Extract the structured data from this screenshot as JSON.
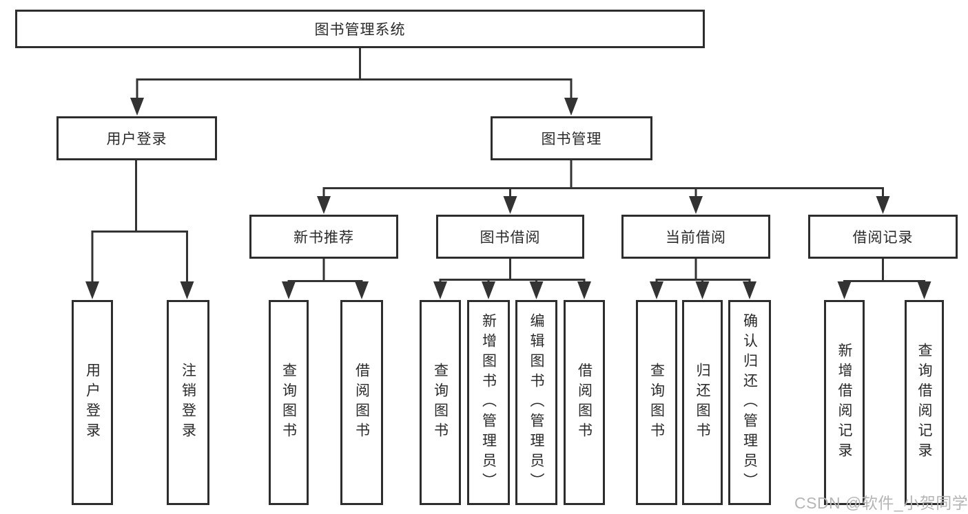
{
  "diagram": {
    "root": {
      "label": "图书管理系统"
    },
    "level2": [
      {
        "id": "user-login",
        "label": "用户登录"
      },
      {
        "id": "book-management",
        "label": "图书管理"
      }
    ],
    "level3": [
      {
        "id": "new-book-recommend",
        "label": "新书推荐",
        "parent": "book-management"
      },
      {
        "id": "book-borrow",
        "label": "图书借阅",
        "parent": "book-management"
      },
      {
        "id": "current-borrow",
        "label": "当前借阅",
        "parent": "book-management"
      },
      {
        "id": "borrow-records",
        "label": "借阅记录",
        "parent": "book-management"
      }
    ],
    "leaves": [
      {
        "parent": "user-login",
        "label": "用户登录"
      },
      {
        "parent": "user-login",
        "label": "注销登录"
      },
      {
        "parent": "new-book-recommend",
        "label": "查询图书"
      },
      {
        "parent": "new-book-recommend",
        "label": "借阅图书"
      },
      {
        "parent": "book-borrow",
        "label": "查询图书"
      },
      {
        "parent": "book-borrow",
        "label": "新增图书（管理员）"
      },
      {
        "parent": "book-borrow",
        "label": "编辑图书（管理员）"
      },
      {
        "parent": "book-borrow",
        "label": "借阅图书"
      },
      {
        "parent": "current-borrow",
        "label": "查询图书"
      },
      {
        "parent": "current-borrow",
        "label": "归还图书"
      },
      {
        "parent": "current-borrow",
        "label": "确认归还（管理员）"
      },
      {
        "parent": "borrow-records",
        "label": "新增借阅记录"
      },
      {
        "parent": "borrow-records",
        "label": "查询借阅记录"
      }
    ],
    "watermark": "CSDN @软件_小贺同学",
    "colors": {
      "line": "#333333",
      "border": "#2d2d2d",
      "text": "#2a2a2a",
      "watermark": "#b5b5b5",
      "background": "#ffffff"
    }
  }
}
